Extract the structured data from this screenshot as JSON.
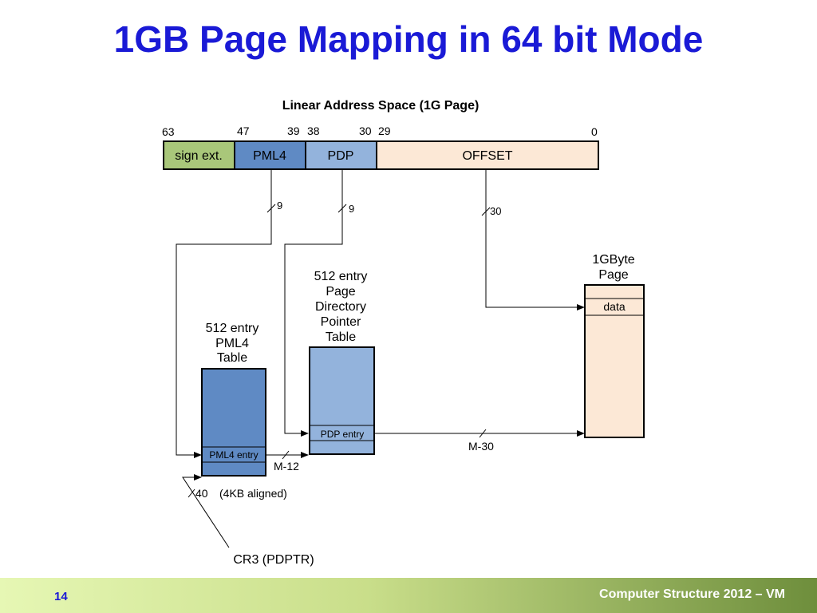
{
  "slide": {
    "title": "1GB Page Mapping in 64 bit Mode",
    "page_number": "14",
    "footer": "Computer Structure 2012 – VM"
  },
  "diagram": {
    "address_title": "Linear Address Space (1G Page)",
    "bit_labels": [
      "63",
      "47",
      "39",
      "38",
      "30",
      "29",
      "0"
    ],
    "fields": {
      "sign_ext": "sign ext.",
      "pml4": "PML4",
      "pdp": "PDP",
      "offset": "OFFSET"
    },
    "widths": {
      "pml4_bits": "9",
      "pdp_bits": "9",
      "offset_bits": "30",
      "m12": "M-12",
      "m30": "M-30",
      "cr3_bits": "40",
      "aligned": "(4KB aligned)"
    },
    "pml4_table": {
      "title_lines": [
        "512 entry",
        "PML4",
        "Table"
      ],
      "entry": "PML4 entry"
    },
    "pdp_table": {
      "title_lines": [
        "512 entry",
        "Page",
        "Directory",
        "Pointer",
        "Table"
      ],
      "entry": "PDP entry"
    },
    "page": {
      "title_lines": [
        "1GByte",
        "Page"
      ],
      "entry": "data"
    },
    "cr3": "CR3 (PDPTR)"
  },
  "colors": {
    "title": "#1a1ad6",
    "sign_ext": "#a9c77a",
    "pml4": "#5f8ac4",
    "pdp": "#93b3dc",
    "offset": "#fce8d6",
    "footer_text": "#ffffff"
  }
}
